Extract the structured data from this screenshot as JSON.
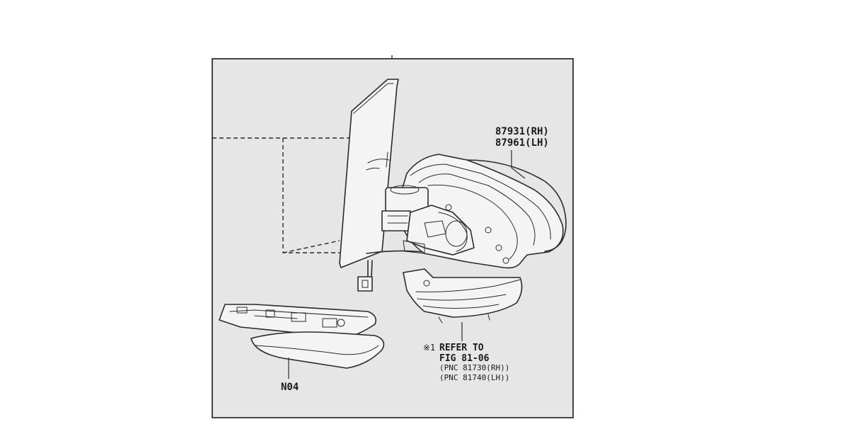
{
  "diagram": {
    "background_color": "#e6e6e6",
    "border_color": "#1a1a1a",
    "callouts": {
      "mirror_assy_rh": "87931(RH)",
      "mirror_assy_lh": "87961(LH)",
      "cover_part": "N04",
      "refer_symbol": "※1",
      "refer_line1": "REFER TO",
      "refer_line2": "FIG 81-06",
      "pnc_rh": "(PNC 81730(RH))",
      "pnc_lh": "(PNC 81740(LH))"
    }
  }
}
